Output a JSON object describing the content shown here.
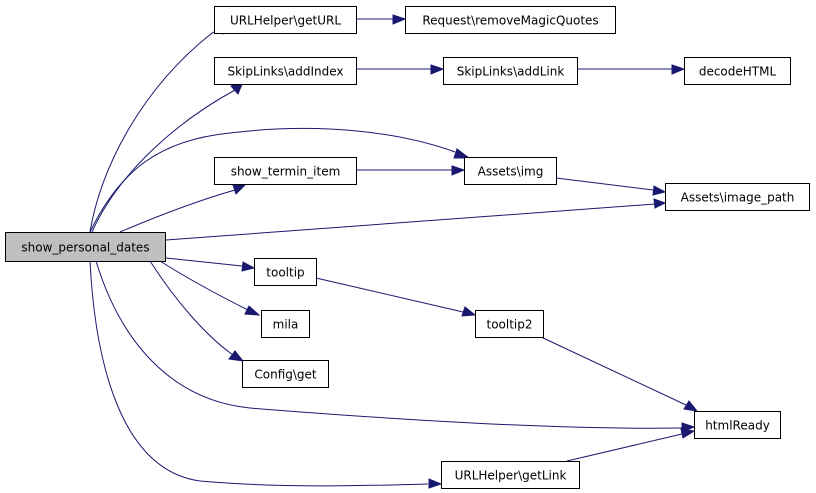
{
  "diagram": {
    "type": "call-graph",
    "colors": {
      "edge": "#191970",
      "root_fill": "#bfbfbf",
      "node_fill": "#ffffff",
      "border": "#000000"
    },
    "nodes": [
      {
        "id": "show_personal_dates",
        "label": "show_personal_dates",
        "root": true
      },
      {
        "id": "urlhelper_geturl",
        "label": "URLHelper\\getURL"
      },
      {
        "id": "request_removemagicquotes",
        "label": "Request\\removeMagicQuotes"
      },
      {
        "id": "skiplinks_addindex",
        "label": "SkipLinks\\addIndex"
      },
      {
        "id": "skiplinks_addlink",
        "label": "SkipLinks\\addLink"
      },
      {
        "id": "decodehtml",
        "label": "decodeHTML"
      },
      {
        "id": "show_termin_item",
        "label": "show_termin_item"
      },
      {
        "id": "assets_img",
        "label": "Assets\\img"
      },
      {
        "id": "assets_image_path",
        "label": "Assets\\image_path"
      },
      {
        "id": "tooltip",
        "label": "tooltip"
      },
      {
        "id": "tooltip2",
        "label": "tooltip2"
      },
      {
        "id": "mila",
        "label": "mila"
      },
      {
        "id": "config_get",
        "label": "Config\\get"
      },
      {
        "id": "htmlready",
        "label": "htmlReady"
      },
      {
        "id": "urlhelper_getlink",
        "label": "URLHelper\\getLink"
      }
    ],
    "edges": [
      {
        "from": "show_personal_dates",
        "to": "urlhelper_geturl"
      },
      {
        "from": "show_personal_dates",
        "to": "skiplinks_addindex"
      },
      {
        "from": "show_personal_dates",
        "to": "assets_img"
      },
      {
        "from": "show_personal_dates",
        "to": "show_termin_item"
      },
      {
        "from": "show_personal_dates",
        "to": "assets_image_path"
      },
      {
        "from": "show_personal_dates",
        "to": "tooltip"
      },
      {
        "from": "show_personal_dates",
        "to": "mila"
      },
      {
        "from": "show_personal_dates",
        "to": "config_get"
      },
      {
        "from": "show_personal_dates",
        "to": "htmlready"
      },
      {
        "from": "show_personal_dates",
        "to": "urlhelper_getlink"
      },
      {
        "from": "urlhelper_geturl",
        "to": "request_removemagicquotes"
      },
      {
        "from": "skiplinks_addindex",
        "to": "skiplinks_addlink"
      },
      {
        "from": "skiplinks_addlink",
        "to": "decodehtml"
      },
      {
        "from": "show_termin_item",
        "to": "assets_img"
      },
      {
        "from": "assets_img",
        "to": "assets_image_path"
      },
      {
        "from": "tooltip",
        "to": "tooltip2"
      },
      {
        "from": "tooltip2",
        "to": "htmlready"
      },
      {
        "from": "urlhelper_getlink",
        "to": "htmlready"
      }
    ]
  }
}
